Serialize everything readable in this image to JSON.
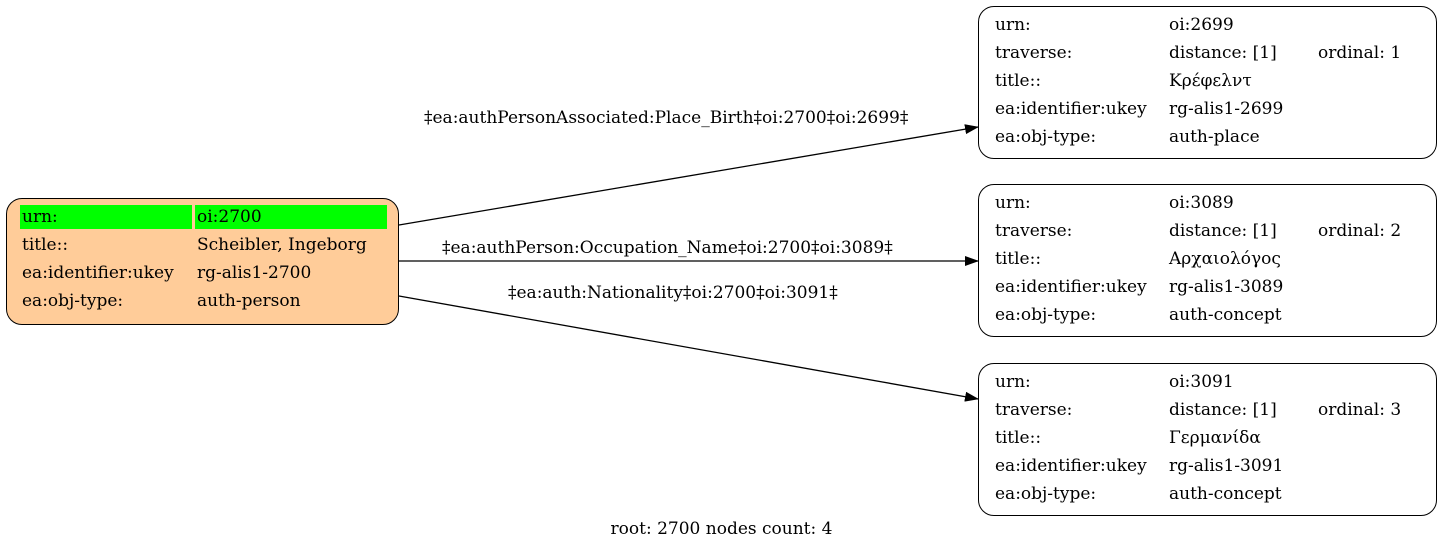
{
  "root_node": {
    "rows": [
      {
        "key": "urn:",
        "value": "oi:2700"
      },
      {
        "key": "title::",
        "value": "Scheibler, Ingeborg"
      },
      {
        "key": "ea:identifier:ukey",
        "value": "rg-alis1-2700"
      },
      {
        "key": "ea:obj-type:",
        "value": "auth-person"
      }
    ],
    "highlight_color": "#00ff00",
    "fill_color": "#ffcc99"
  },
  "nodes": [
    {
      "urn_key": "urn:",
      "urn": "oi:2699",
      "traverse_key": "traverse:",
      "distance": "distance: [1]",
      "ordinal": "ordinal: 1",
      "title_key": "title::",
      "title": "Κρέφελντ",
      "ukey_key": "ea:identifier:ukey",
      "ukey": "rg-alis1-2699",
      "type_key": "ea:obj-type:",
      "type": "auth-place"
    },
    {
      "urn_key": "urn:",
      "urn": "oi:3089",
      "traverse_key": "traverse:",
      "distance": "distance: [1]",
      "ordinal": "ordinal: 2",
      "title_key": "title::",
      "title": "Αρχαιολόγος",
      "ukey_key": "ea:identifier:ukey",
      "ukey": "rg-alis1-3089",
      "type_key": "ea:obj-type:",
      "type": "auth-concept"
    },
    {
      "urn_key": "urn:",
      "urn": "oi:3091",
      "traverse_key": "traverse:",
      "distance": "distance: [1]",
      "ordinal": "ordinal: 3",
      "title_key": "title::",
      "title": "Γερμανίδα",
      "ukey_key": "ea:identifier:ukey",
      "ukey": "rg-alis1-3091",
      "type_key": "ea:obj-type:",
      "type": "auth-concept"
    }
  ],
  "edges": [
    {
      "label": "‡ea:authPersonAssociated:Place_Birth‡oi:2700‡oi:2699‡"
    },
    {
      "label": "‡ea:authPerson:Occupation_Name‡oi:2700‡oi:3089‡"
    },
    {
      "label": "‡ea:auth:Nationality‡oi:2700‡oi:3091‡"
    }
  ],
  "footer": "root: 2700 nodes count: 4"
}
